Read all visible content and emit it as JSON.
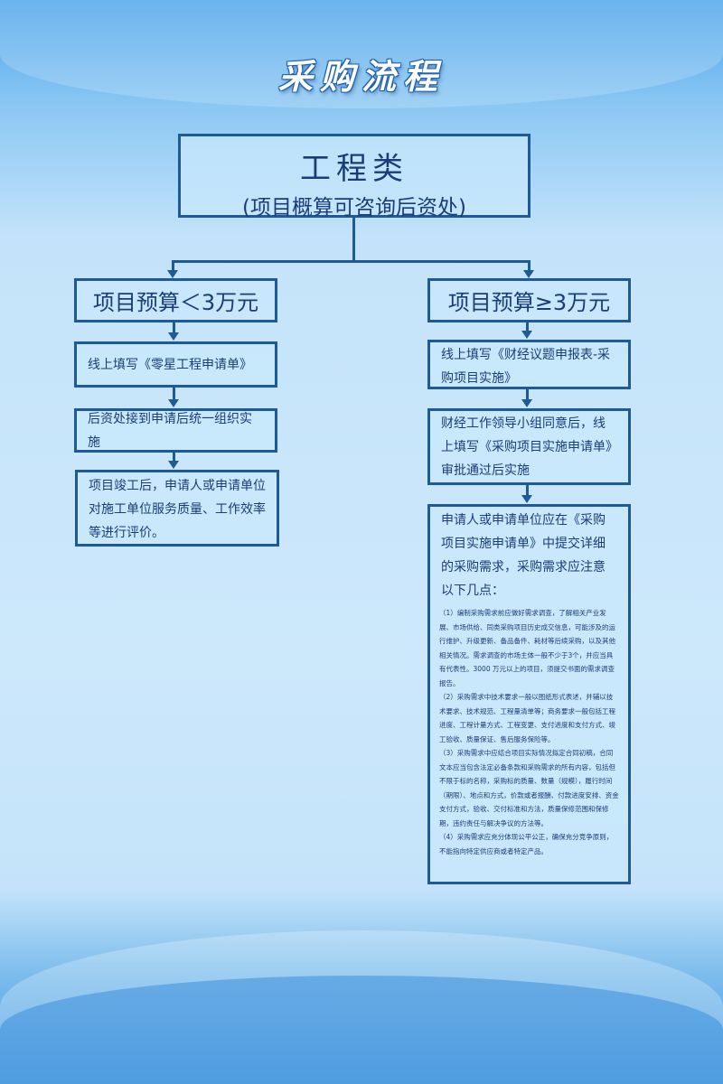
{
  "title": "采购流程",
  "top": {
    "heading": "工程类",
    "sub": "(项目概算可咨询后资处)"
  },
  "left": {
    "budget": "项目预算＜3万元",
    "step1": "线上填写《零星工程申请单》",
    "step2": "后资处接到申请后统一组织实施",
    "step3": "项目竣工后，申请人或申请单位对施工单位服务质量、工作效率等进行评价。"
  },
  "right": {
    "budget": "项目预算≥3万元",
    "step1": "线上填写《财经议题申报表-采购项目实施》",
    "step2": "财经工作领导小组同意后，线上填写《采购项目实施申请单》审批通过后实施",
    "step3": "申请人或申请单位应在《采购项目实施申请单》中提交详细的采购需求，采购需求应注意以下几点：",
    "points": [
      "（1）编制采购需求前应做好需求调查，了解相关产业发展、市场供给、同类采购项目历史成交信息，可能涉及的运行维护、升级更新、备品备件、耗材等后续采购，以及其他相关情况。需求调查的市场主体一般不少于3个，并应当具有代表性。3000 万元以上的项目，须提交书面的需求调查报告。",
      "（2）采购需求中技术要求一般以图纸形式表述，并辅以技术要求、技术规范、工程量清单等；商务要求一般包括工程进度、工程计量方式、工程变更、支付进度和支付方式、竣工验收、质量保证、售后服务保险等。",
      "（3）采购需求中应结合项目实际情况拟定合同初稿，合同文本应当包含法定必备条款和采购需求的所有内容，包括但不限于标的名称，采购标的质量、数量（规模），履行时间（期限）、地点和方式，价款或者报酬、付款进度安排、资金支付方式，验收、交付标准和方法，质量保修范围和保修期，违约责任与解决争议的方法等。",
      "（4）采购需求应充分体现公平公正，确保充分竞争原则，不能指向特定供应商或者特定产品。"
    ]
  },
  "colors": {
    "border": "#1e5a96",
    "text": "#1a3d78"
  }
}
